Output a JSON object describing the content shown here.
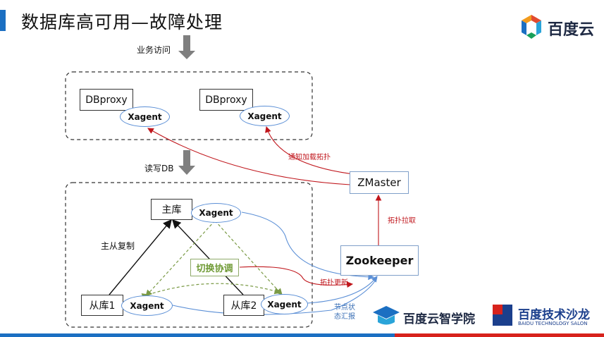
{
  "header": {
    "title": "数据库高可用—故障处理",
    "logo_text": "百度云",
    "accent": "#1b6fc2"
  },
  "diagram": {
    "labels": {
      "business_access": "业务访问",
      "read_write_db": "读写DB",
      "master_slave_replication": "主从复制",
      "notify_load_topology": "通知加载拓扑",
      "topology_pull": "拓扑拉取",
      "topology_update": "拓扑更新",
      "node_status_report_line1": "节点状",
      "node_status_report_line2": "态汇报"
    },
    "nodes": {
      "dbproxy_1": "DBproxy",
      "dbproxy_2": "DBproxy",
      "xagent_proxy_1": "Xagent",
      "xagent_proxy_2": "Xagent",
      "master_db": "主库",
      "xagent_master": "Xagent",
      "slave_db_1": "从库1",
      "xagent_slave_1": "Xagent",
      "slave_db_2": "从库2",
      "xagent_slave_2": "Xagent",
      "zmaster": "ZMaster",
      "zookeeper": "Zookeeper",
      "switch_coordination": "切换协调"
    },
    "colors": {
      "red_edge": "#c0161c",
      "blue_edge": "#5b8fd6",
      "green_edge": "#7a9a45"
    }
  },
  "footer": {
    "logo_left_text": "百度云智学院",
    "logo_right_text": "百度技术沙龙",
    "logo_right_subtext": "BAIDU TECHNOLOGY SALON"
  }
}
